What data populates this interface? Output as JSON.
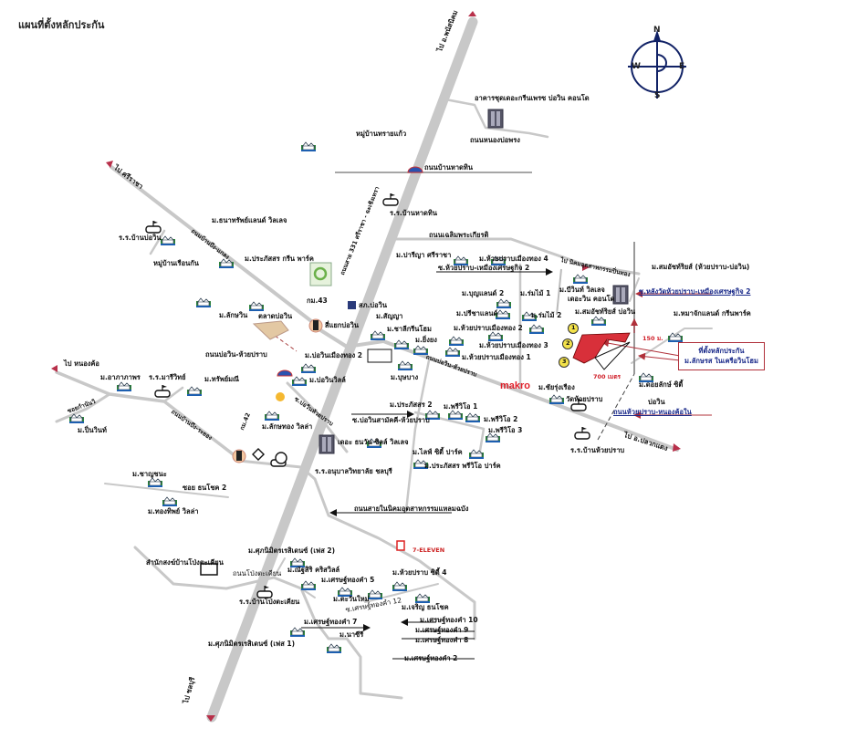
{
  "title": "แผนที่ตั้งหลักประกัน",
  "compass": {
    "n": "N",
    "s": "S",
    "e": "E",
    "w": "W"
  },
  "colors": {
    "road": "#c8c8c8",
    "arrow": "#b8304a",
    "plot": "#d8303a",
    "label_blue": "#1a2a8a",
    "home_green": "#2e8a3a"
  },
  "labels": [
    "ไป อ.พนัสนิคม",
    "อาคารชุดเดอะกรีนเพรซ บ่อวิน คอนโด",
    "ถนนหนองบ่อพรง",
    "หมู่บ้านทรายแก้ว",
    "ถนนบ้านหาดทิน",
    "ร.ร.บ้านหาดทิน",
    "ถนนเฉลิมพระเกียรติ",
    "ม.ปารีญา ศรีราชา",
    "ม.ห้วยปราบเมืองทอง 4",
    "ไป นิคมอุตสาหกรรมปิ่นทอง",
    "ม.สมอัชท์ริยส์ (ห้วยปราบ-บ่อวิน)",
    "ซ.ห้วยปราบ-เหมืองเศรษฐกิจ 2",
    "ม.บีวินท์ วิลเลจ",
    "เดอะวิน คอนโด",
    "ซ.หลังวัดห้วยปราบ-เหมืองเศรษฐกิจ 2",
    "ม.บุญแลนด์ 2",
    "ม.ร่มไม้ 1",
    "ม.ร่มไม้ 2",
    "ม.ปรีชาแลนด์",
    "ม.สมอัชท์ริยส์ บ่อวิน",
    "ม.หมาจักแลนด์ กรีนพาร์ค",
    "ม.ห้วยปราบเมืองทอง 2",
    "ม.ห้วยปราบเมืองทอง 3",
    "ม.ห้วยปราบเมืองทอง 1",
    "150 ม.",
    "700 เมตร",
    "ม.ชัยรุ่งเรือง",
    "วัดห้วยปราบ",
    "ม.ดอยลักษ์ ซิตี้",
    "บ่อวิน",
    "ถนนห้วยปราบ-หนองค้อใน",
    "ไป อ.ปลวกแดง",
    "ร.ร.บ้านห้วยปราบ",
    "ถนนบ่อวิน-ห้วยปราบ",
    "ม.สัญญา",
    "ม.ชาลีกรีนโฮม",
    "ม.ยิ่งยง",
    "ม.บุษบาง",
    "ม.บ่อวินเมืองทอง 2",
    "ม.บ่อวินวิลล์",
    "สี่แยกบ่อวิน",
    "ตลาดบ่อวิน",
    "สภ.บ่อวิน",
    "ไป ศรีราชา",
    "ถนนบ้านบึง-แกลง",
    "ม.ประภัสสร กรีน พาร์ค",
    "ม.ธนาทรัพย์แลนด์ วิลเลจ",
    "ร.ร.บ้านบ่อวิน",
    "หมู่บ้านเรือนกัน",
    "ม.ลักษวิน",
    "ไป หนองค้อ",
    "ม.อาภาภาพร",
    "ร.ร.มารีวิทย์",
    "ม.ทรัพย์มณี",
    "ม.ปิ่นวินท์",
    "ถนนบ้านบึง-ระยอง",
    "ซอยกำนันวิ",
    "ม.ลักษทอง วิลล่า",
    "ซ.บ่อวินหัวยปราบ",
    "ถนนบ่อวิน-ห้วยปราบ",
    "ซ.บ่อวินสามัคคี-ห้วยปราบ",
    "เดอะ ธนวัน ซิลล์ วิลเลจ",
    "ร.ร.อนุบาลวิทยาลัย ชลบุรี",
    "ม.ประภัสสร 2",
    "ม.พรีวิโอ 1",
    "ม.พรีวิโอ 2",
    "ม.พรีวิโอ 3",
    "ม.ไลฟ์ ซิตี้ ปาร์ค",
    "ม.ประภัสสร พรีวิโอ ปาร์ค",
    "ม.ชาญชนะ",
    "ซอย ธนโชค 2",
    "ม.ทองทิพย์ วิลล่า",
    "ถนนสายในนิคมอุตสาหกรรมแหลมฉบัง",
    "ม.ศุภนิมิตรเรสิเดนซ์ (เฟส 2)",
    "สำนักสงฆ์บ้านโป่งตะเคียน",
    "ถนนโป่งตะเคียน",
    "ร.ร.บ้านโป่งตะเคียน",
    "ม.ณัฐสิริ คริสวิลล์",
    "ม.เศรษฐ์ทองคำ 5",
    "ม.ห้วยปราบ ซิตี้ 4",
    "ม.ตะวันใหม่",
    "ซ.เศรษฐ์ทองคำ 12",
    "ม.เจริญ ธนโชค",
    "ม.เศรษฐ์ทองคำ 7",
    "ม.เศรษฐ์ทองคำ 10",
    "ม.เศรษฐ์ทองคำ 9",
    "ม.เศรษฐ์ทองคำ 8",
    "ม.เศรษฐ์ทองคำ 2",
    "ม.นาซีรี",
    "ม.ศุภนิมิตรเรสิเดนซ์ (เฟส 1)",
    "ไป ชลบุรี",
    "ถนนสาย 331 ศรีราชา - ฉะเชิงเทรา",
    "กม.42",
    "กม.43"
  ],
  "collateral_box": {
    "line1": "ที่ตั้งหลักประกัน",
    "line2": "ม.ลักษรส ในเครือวินโฮม"
  },
  "plot_markers": [
    "1",
    "2",
    "3"
  ],
  "brands": {
    "makro": "makro",
    "seven": "7-ELEVEN"
  }
}
